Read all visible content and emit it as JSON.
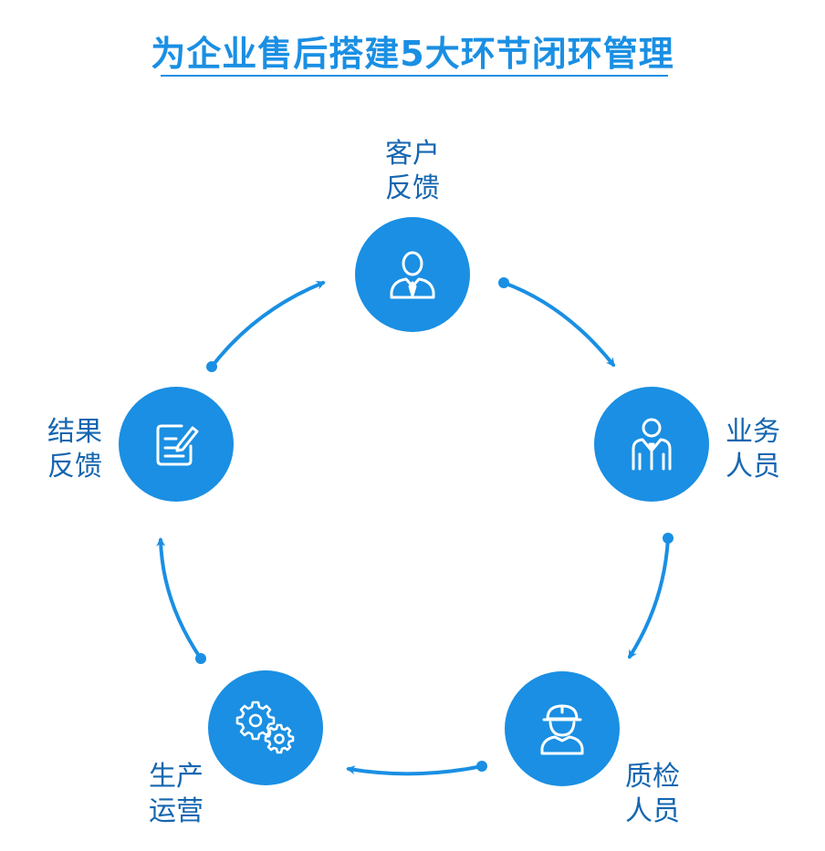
{
  "title": "为企业售后搭建5大环节闭环管理",
  "colors": {
    "accent": "#1a8fe3",
    "label": "#1566b0",
    "icon": "#ffffff"
  },
  "nodes": [
    {
      "id": "customer-feedback",
      "label_line1": "客户",
      "label_line2": "反馈",
      "icon": "person-tie-icon"
    },
    {
      "id": "business-staff",
      "label_line1": "业务",
      "label_line2": "人员",
      "icon": "businessman-icon"
    },
    {
      "id": "qc-staff",
      "label_line1": "质检",
      "label_line2": "人员",
      "icon": "hardhat-worker-icon"
    },
    {
      "id": "production-ops",
      "label_line1": "生产",
      "label_line2": "运营",
      "icon": "gears-icon"
    },
    {
      "id": "result-feedback",
      "label_line1": "结果",
      "label_line2": "反馈",
      "icon": "edit-note-icon"
    }
  ]
}
